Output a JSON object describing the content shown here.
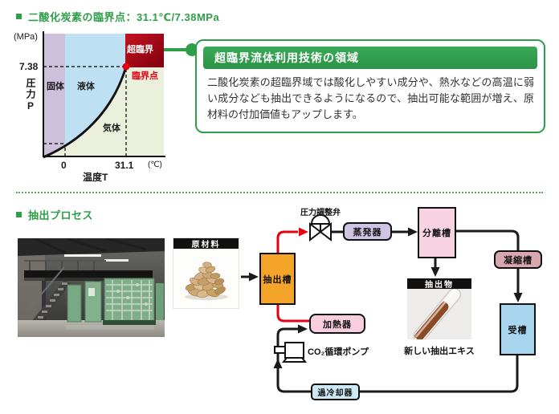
{
  "colors": {
    "accent_green": "#2f9e49",
    "flow_red": "#e60012",
    "flow_black": "#1a1a1a",
    "region_solid": "#cdc0dc",
    "region_liquid": "#bfe0f2",
    "region_gas": "#eaf0dc",
    "region_supercritical": "#a50e1a",
    "node_extraction_tank": "#f5a42a",
    "node_evaporator": "#cfc4e4",
    "node_separator": "#f7d3e2",
    "node_condenser": "#d8a7b0",
    "node_receiver": "#a9d5ef",
    "node_heater": "#f9cede",
    "node_supercooler": "#cde9f8"
  },
  "section1": {
    "title": "二酸化炭素の臨界点：31.1℃/7.38MPa",
    "chart_data": {
      "type": "area",
      "xlabel": "温度T",
      "ylabel": "圧力P",
      "x_unit": "(℃)",
      "y_unit": "(MPa)",
      "x_ticks": [
        {
          "value": 0,
          "label": "0"
        },
        {
          "value": 31.1,
          "label": "31.1"
        }
      ],
      "y_ticks": [
        {
          "value": 7.38,
          "label": "7.38"
        }
      ],
      "regions": [
        {
          "name": "固体",
          "color": "#cdc0dc"
        },
        {
          "name": "液体",
          "color": "#bfe0f2"
        },
        {
          "name": "気体",
          "color": "#eaf0dc"
        },
        {
          "name": "超臨界",
          "color": "#a50e1a"
        }
      ],
      "critical_point": {
        "label": "臨界点",
        "temperature_c": 31.1,
        "pressure_mpa": 7.38,
        "marker_color": "#e60012"
      },
      "boundary_curve_endpoints_est": [
        [
          0,
          0.5
        ],
        [
          31.1,
          7.38
        ]
      ],
      "grid": false,
      "legend": false
    },
    "callout": {
      "title": "超臨界流体利用技術の領域",
      "body": "二酸化炭素の超臨界域では酸化しやすい成分や、熱水などの高温に弱い成分なども抽出できるようになるので、抽出可能な範囲が増え、原材料の付加価値もアップします。"
    }
  },
  "section2": {
    "title": "抽出プロセス",
    "nodes": {
      "raw_material": "原材料",
      "extraction_tank": "抽出槽",
      "valve": "圧力調整弁",
      "evaporator": "蒸発器",
      "separator": "分離槽",
      "extract": "抽出物",
      "extract_caption": "新しい抽出エキス",
      "condenser": "凝縮槽",
      "receiver": "受槽",
      "heater": "加熱器",
      "pump": "CO₂循環ポンプ",
      "supercooler": "過冷却器"
    }
  }
}
